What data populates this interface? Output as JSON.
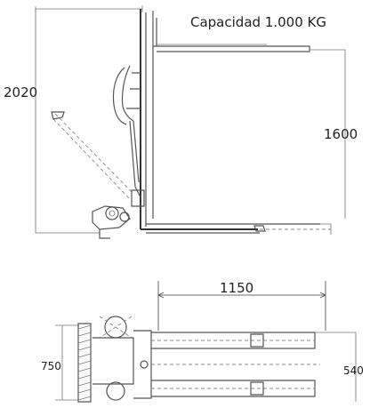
{
  "capacity_label": "Capacidad 1.000 KG",
  "dimensions": {
    "total_height": "2020",
    "lift_height": "1600",
    "fork_length": "1150",
    "overall_width": "750",
    "fork_width": "540"
  }
}
